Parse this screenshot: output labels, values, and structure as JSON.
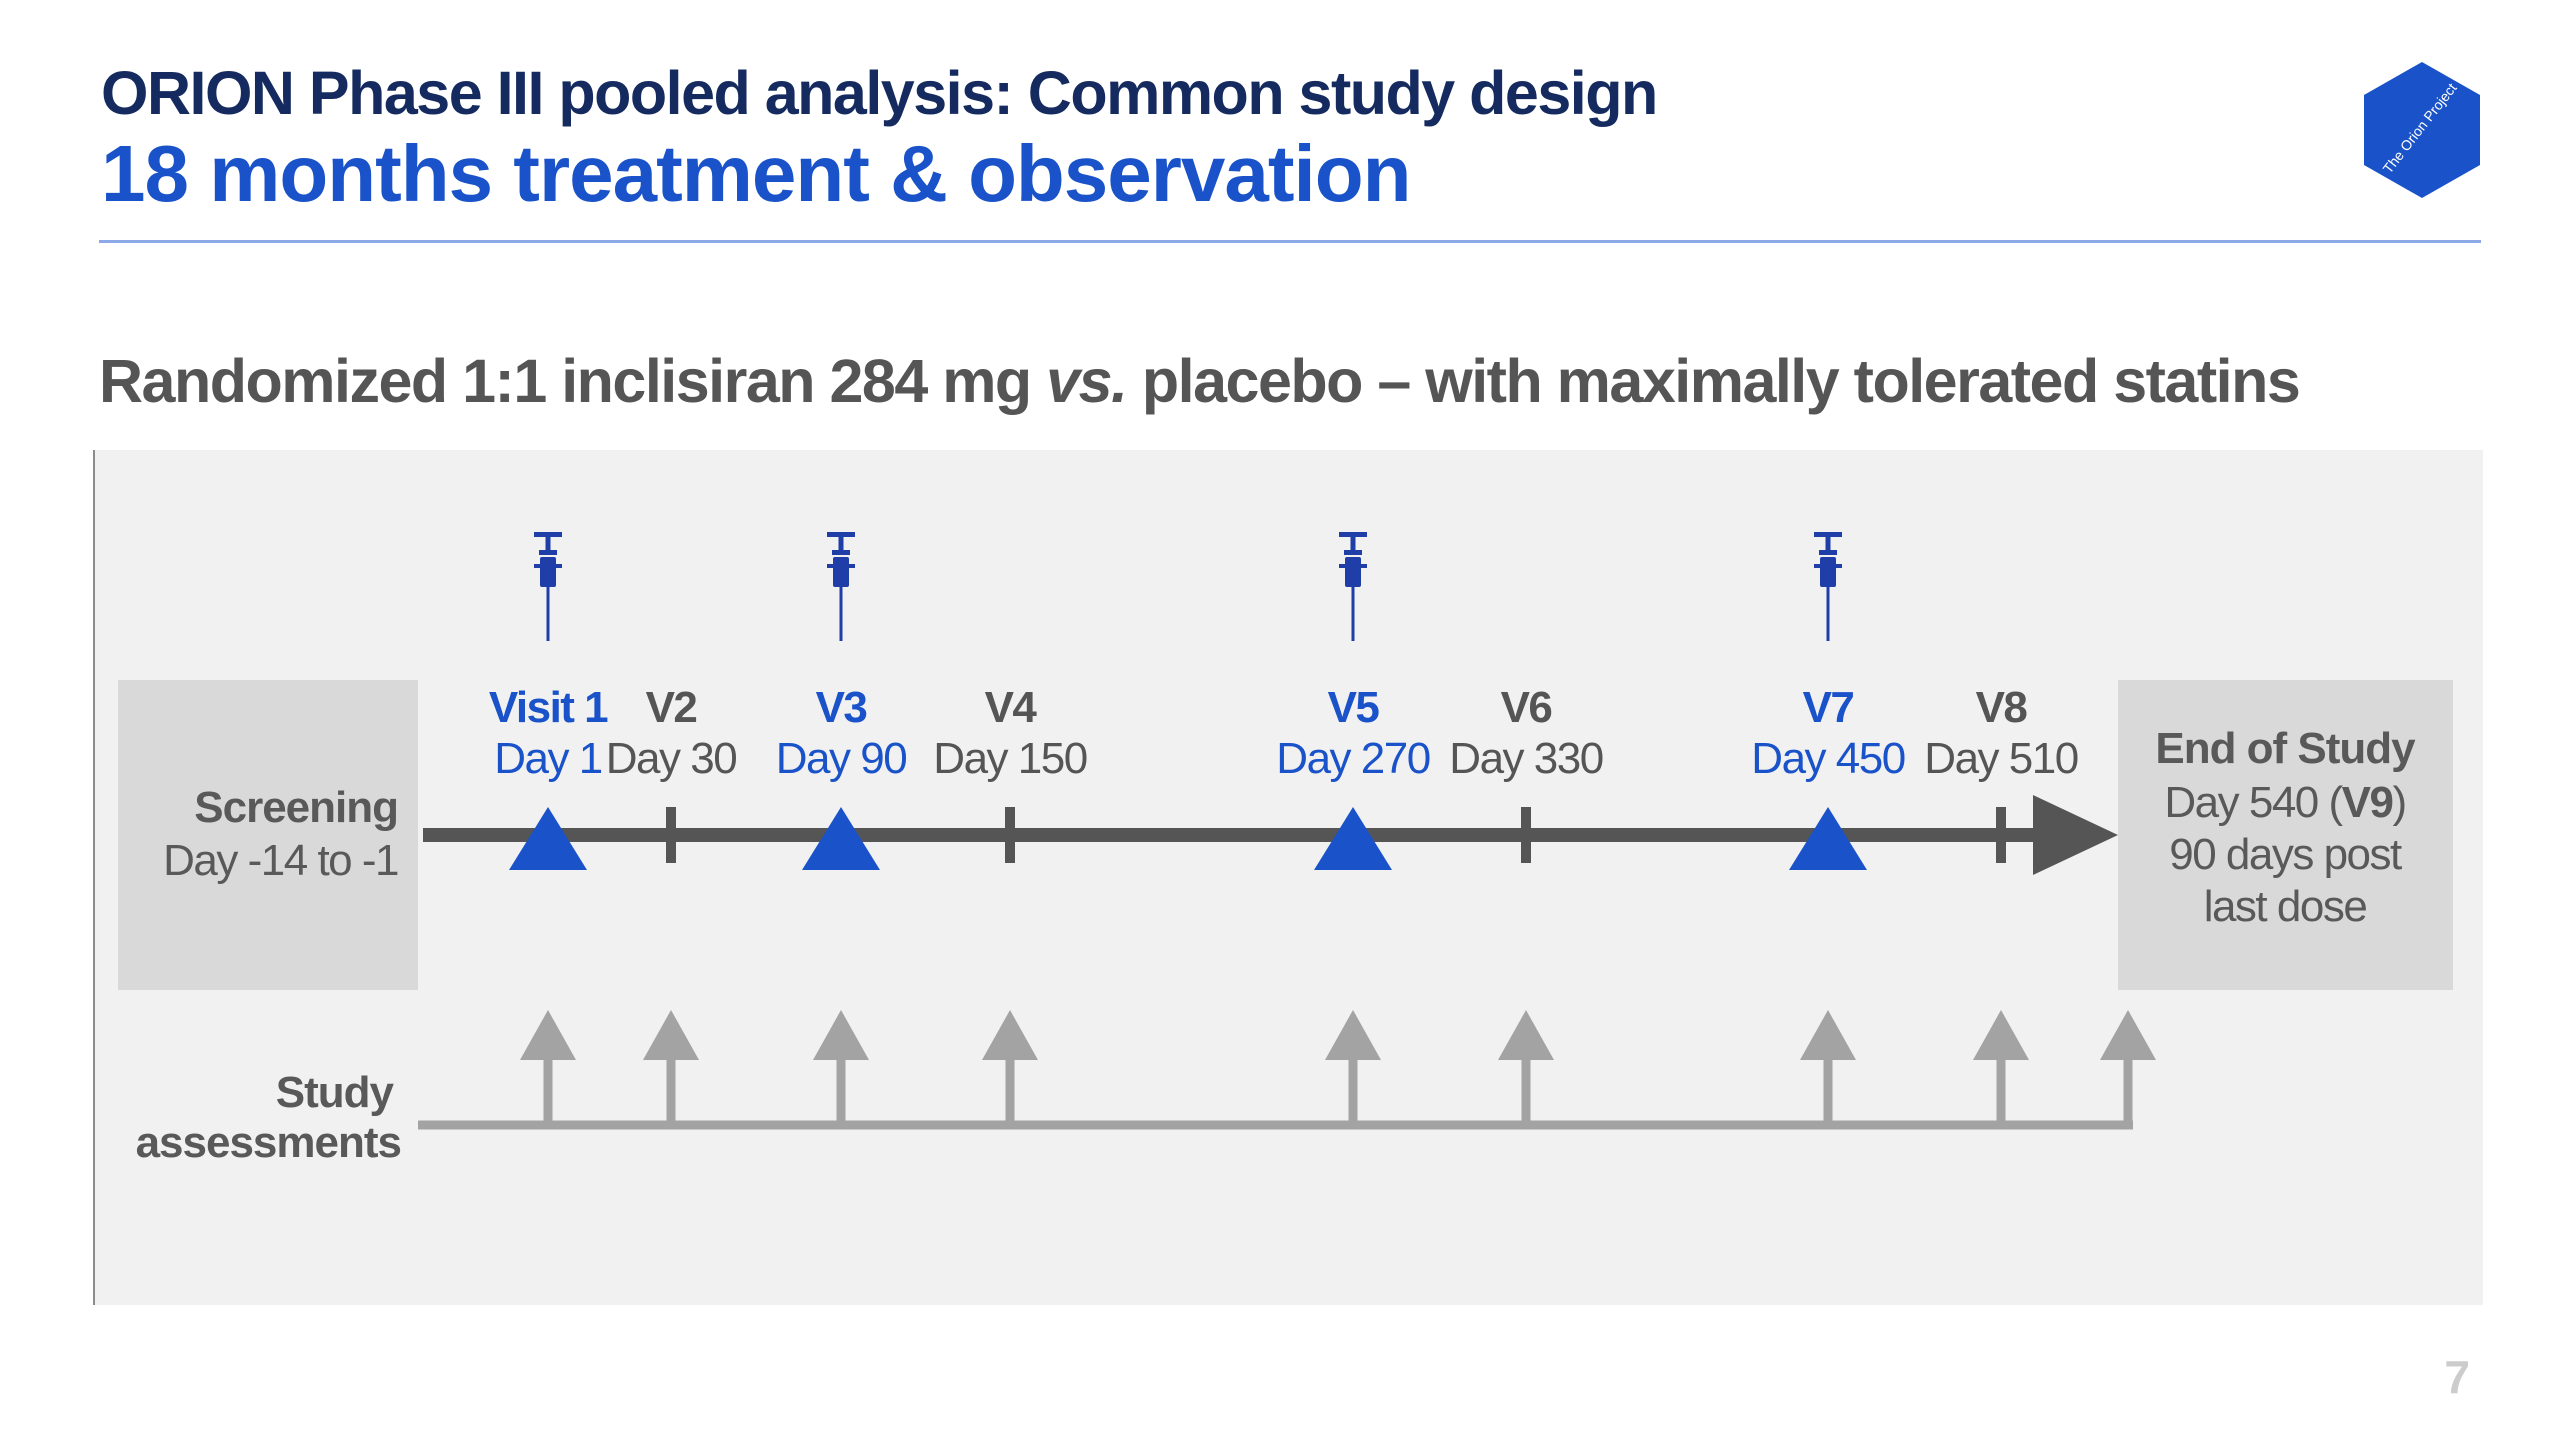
{
  "header": {
    "title": "ORION Phase III pooled analysis: Common study design",
    "subtitle": "18 months treatment & observation"
  },
  "logo_text": "The Orion Project",
  "design_heading": {
    "pre": "Randomized 1:1 inclisiran 284 mg ",
    "vs": "vs.",
    "post": " placebo – with maximally tolerated statins"
  },
  "screening": {
    "label": "Screening",
    "days": "Day -14 to -1"
  },
  "visits": [
    {
      "name": "Visit 1",
      "day": "Day 1",
      "dose": true
    },
    {
      "name": "V2",
      "day": "Day 30",
      "dose": false
    },
    {
      "name": "V3",
      "day": "Day 90",
      "dose": true
    },
    {
      "name": "V4",
      "day": "Day 150",
      "dose": false
    },
    {
      "name": "V5",
      "day": "Day 270",
      "dose": true
    },
    {
      "name": "V6",
      "day": "Day 330",
      "dose": false
    },
    {
      "name": "V7",
      "day": "Day 450",
      "dose": true
    },
    {
      "name": "V8",
      "day": "Day 510",
      "dose": false
    }
  ],
  "end_of_study": {
    "title": "End of Study",
    "day_prefix": "Day 540 (",
    "visit": "V9",
    "day_suffix": ")",
    "line2": "90 days post",
    "line3": "last dose"
  },
  "assessments": {
    "line1": "Study",
    "line2": "assessments"
  },
  "page_number": "7",
  "colors": {
    "dark_navy": "#152b5f",
    "brand_blue": "#1a52c9",
    "syringe_navy": "#1f3ea8",
    "timeline": "#555555",
    "assessment_gray": "#a3a3a3",
    "panel_bg": "#f1f1f1",
    "box_bg": "#d9d9d9"
  }
}
